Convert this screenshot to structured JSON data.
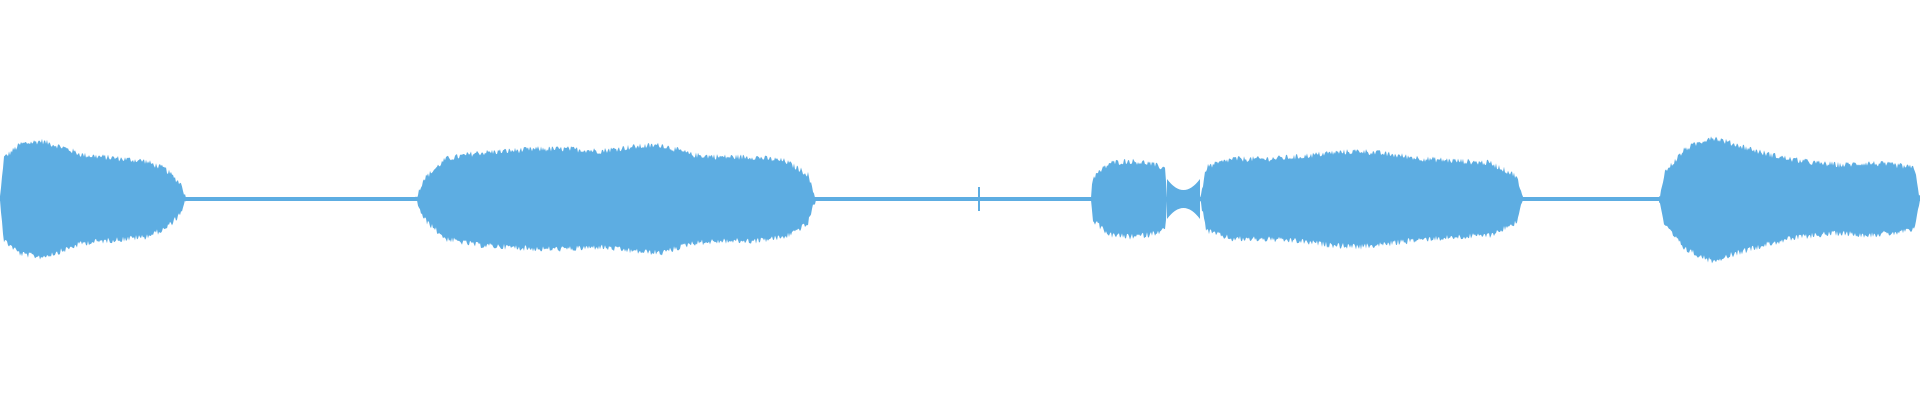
{
  "waveform": {
    "color": "#5dade2",
    "background": "#ffffff",
    "baseline_amplitude": 0.01,
    "segments": [
      {
        "kind": "sound",
        "start": 0.0,
        "end": 0.097,
        "envelope": [
          0.38,
          0.55,
          0.58,
          0.52,
          0.44,
          0.42,
          0.4,
          0.38,
          0.3,
          0.1
        ]
      },
      {
        "kind": "silence",
        "start": 0.097,
        "end": 0.216
      },
      {
        "kind": "sound",
        "start": 0.216,
        "end": 0.425,
        "envelope": [
          0.12,
          0.4,
          0.46,
          0.48,
          0.5,
          0.5,
          0.48,
          0.52,
          0.54,
          0.44,
          0.42,
          0.42,
          0.38,
          0.2
        ]
      },
      {
        "kind": "silence",
        "start": 0.425,
        "end": 0.568
      },
      {
        "kind": "sound",
        "start": 0.568,
        "end": 0.608,
        "envelope": [
          0.2,
          0.36,
          0.38,
          0.36,
          0.3
        ]
      },
      {
        "kind": "notch",
        "start": 0.608,
        "end": 0.625
      },
      {
        "kind": "sound",
        "start": 0.625,
        "end": 0.793,
        "envelope": [
          0.3,
          0.4,
          0.4,
          0.42,
          0.46,
          0.48,
          0.44,
          0.4,
          0.38,
          0.36,
          0.2
        ]
      },
      {
        "kind": "silence",
        "start": 0.793,
        "end": 0.864
      },
      {
        "kind": "sound",
        "start": 0.864,
        "end": 1.0,
        "envelope": [
          0.2,
          0.5,
          0.62,
          0.54,
          0.46,
          0.4,
          0.36,
          0.34,
          0.36,
          0.34,
          0.3
        ]
      }
    ],
    "spikes": [
      {
        "pos": 0.51,
        "amplitude": 0.12
      }
    ]
  }
}
